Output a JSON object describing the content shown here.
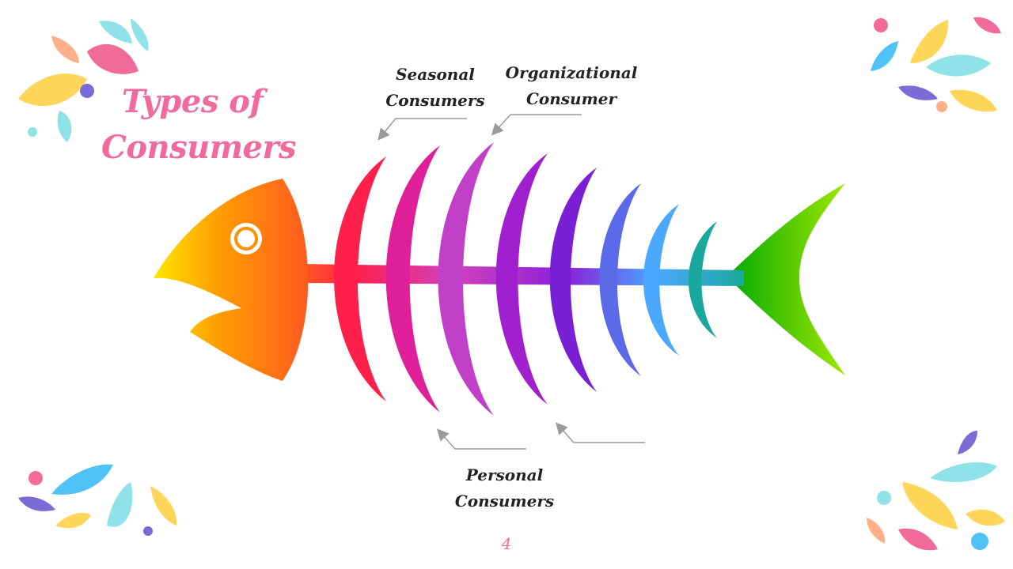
{
  "slide": {
    "title_line1": "Types of",
    "title_line2": "Consumers",
    "page_number": "4"
  },
  "labels": {
    "seasonal_line1": "Seasonal",
    "seasonal_line2": "Consumers",
    "organizational_line1": "Organizational",
    "organizational_line2": "Consumer",
    "personal_line1": "Personal",
    "personal_line2": "Consumers"
  },
  "icons": {
    "diagram": "fishbone-diagram",
    "decoration": "paint-splash-drops"
  },
  "colors": {
    "title": "#f06a9a",
    "label": "#222222",
    "fish_head_start": "#ffd400",
    "fish_head_end": "#ff5a1f",
    "bone_red": "#ff1f4b",
    "bone_magenta": "#e0209a",
    "bone_purple": "#a020d0",
    "bone_violet": "#7a1fd6",
    "bone_blue": "#4aa8ff",
    "bone_teal": "#1aa89c",
    "tail_start": "#00b400",
    "tail_end": "#9be000"
  }
}
